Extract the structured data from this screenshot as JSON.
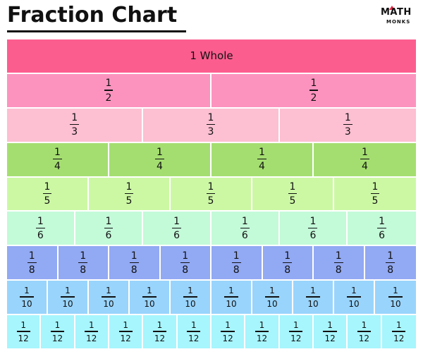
{
  "title": "Fraction Chart",
  "logo": {
    "line1": "MATH",
    "line2": "MONKS"
  },
  "chart_data": {
    "type": "table",
    "whole_label": "1 Whole",
    "rows": [
      {
        "denominator": 1,
        "label": "1 Whole",
        "color": "#fc5d8f"
      },
      {
        "denominator": 2,
        "numerator": "1",
        "denominator_label": "2",
        "color": "#fc93bf"
      },
      {
        "denominator": 3,
        "numerator": "1",
        "denominator_label": "3",
        "color": "#fdbfd2"
      },
      {
        "denominator": 4,
        "numerator": "1",
        "denominator_label": "4",
        "color": "#a4de70"
      },
      {
        "denominator": 5,
        "numerator": "1",
        "denominator_label": "5",
        "color": "#ccf8a4"
      },
      {
        "denominator": 6,
        "numerator": "1",
        "denominator_label": "6",
        "color": "#c3fad8"
      },
      {
        "denominator": 8,
        "numerator": "1",
        "denominator_label": "8",
        "color": "#92a9f3"
      },
      {
        "denominator": 10,
        "numerator": "1",
        "denominator_label": "10",
        "color": "#99d4fc"
      },
      {
        "denominator": 12,
        "numerator": "1",
        "denominator_label": "12",
        "color": "#a7f5fd"
      }
    ]
  }
}
